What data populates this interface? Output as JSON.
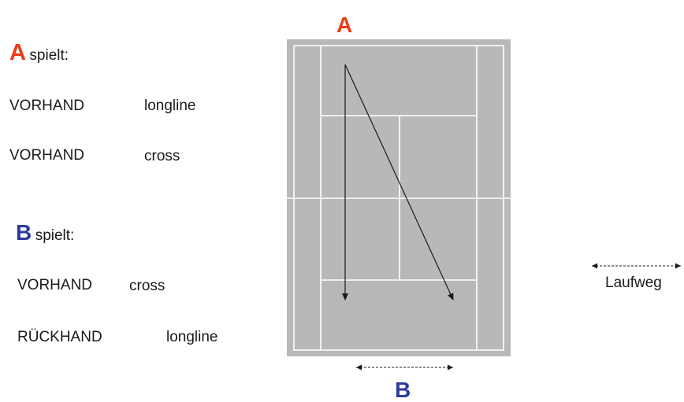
{
  "player_a": {
    "letter": "A",
    "verb": "spielt:",
    "shots": [
      {
        "stroke": "VORHAND",
        "direction": "longline"
      },
      {
        "stroke": "VORHAND",
        "direction": "cross"
      }
    ],
    "color": "#ee3b1a"
  },
  "player_b": {
    "letter": "B",
    "verb": "spielt:",
    "shots": [
      {
        "stroke": "VORHAND",
        "direction": "cross"
      },
      {
        "stroke": "RÜCKHAND",
        "direction": "longline"
      }
    ],
    "color": "#2d3b9c"
  },
  "court": {
    "top_label": "A",
    "bottom_label": "B",
    "surface_color": "#b8b8b8",
    "line_color": "#ffffff"
  },
  "legend": {
    "label": "Laufweg"
  }
}
